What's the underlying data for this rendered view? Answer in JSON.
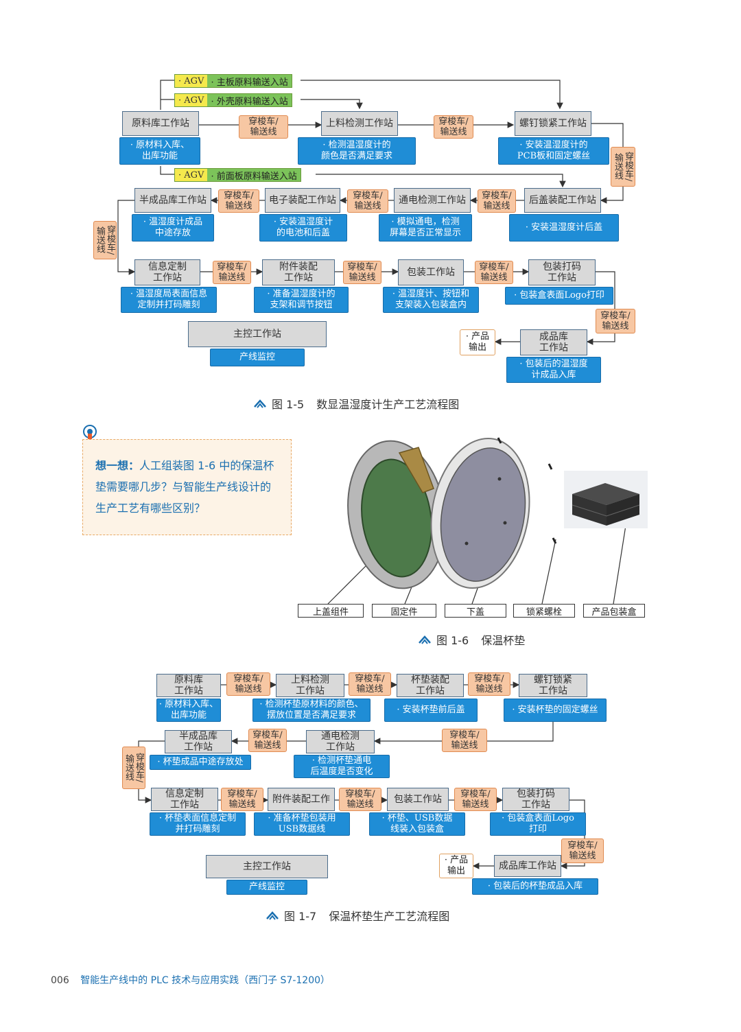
{
  "fig5": {
    "agv1_tag": "· AGV",
    "agv1_text": "· 主板原料输送入站",
    "agv2_tag": "· AGV",
    "agv2_text": "· 外壳原料输送入站",
    "agv3_tag": "· AGV",
    "agv3_text": "· 前面板原料输送入站",
    "transport": "穿梭车/\n输送线",
    "s1": "原料库工作站",
    "d1": "· 原材料入库、\n出库功能",
    "s2": "上料检测工作站",
    "d2": "· 检测温湿度计的\n颜色是否满足要求",
    "s3": "螺钉锁紧工作站",
    "d3": "· 安装温湿度计的\nPCB板和固定螺丝",
    "s4": "后盖装配工作站",
    "d4": "· 安装温湿度计后盖",
    "s5": "通电检测工作站",
    "d5": "· 模拟通电，检测\n屏幕是否正常显示",
    "s6": "电子装配工作站",
    "d6": "· 安装温湿度计\n的电池和后盖",
    "s7": "半成品库工作站",
    "d7": "· 温湿度计成品\n中途存放",
    "s8": "信息定制\n工作站",
    "d8": "· 温湿度局表面信息\n定制并打码雕刻",
    "s9": "附件装配\n工作站",
    "d9": "· 准备温湿度计的\n支架和调节按钮",
    "s10": "包装工作站",
    "d10": "· 温湿度计、按钮和\n支架装入包装盒内",
    "s11": "包装打码\n工作站",
    "d11": "· 包装盒表面Logo打印",
    "s12": "成品库\n工作站",
    "d12": "· 包装后的温湿度\n计成品入库",
    "s13": "主控工作站",
    "d13": "产线监控",
    "output": "· 产品\n输出",
    "caption_no": "图 1-5",
    "caption": "数显温湿度计生产工艺流程图"
  },
  "think": {
    "bold": "想一想：",
    "text": "人工组装图 1-6 中的保温杯垫需要哪几步？与智能生产线设计的生产工艺有哪些区别？"
  },
  "fig6": {
    "labels": [
      "上盖组件",
      "固定件",
      "下盖",
      "锁紧螺栓",
      "产品包装盒"
    ],
    "caption_no": "图 1-6",
    "caption": "保温杯垫"
  },
  "fig7": {
    "transport": "穿梭车/\n输送线",
    "s1": "原料库\n工作站",
    "d1": "· 原材料入库、\n出库功能",
    "s2": "上料检测\n工作站",
    "d2": "· 检测杯垫原材料的颜色、\n摆放位置是否满足要求",
    "s3": "杯垫装配\n工作站",
    "d3": "· 安装杯垫前后盖",
    "s4": "螺钉锁紧\n工作站",
    "d4": "· 安装杯垫的固定螺丝",
    "s5": "通电检测\n工作站",
    "d5": "· 检测杯垫通电\n后温度是否变化",
    "s6": "半成品库\n工作站",
    "d6": "· 杯垫成品中途存放处",
    "s7": "信息定制\n工作站",
    "d7": "· 杯垫表面信息定制\n并打码雕刻",
    "s8": "附件装配工作",
    "d8": "· 准备杯垫包装用\nUSB数据线",
    "s9": "包装工作站",
    "d9": "· 杯垫、USB数据\n线装入包装盒",
    "s10": "包装打码\n工作站",
    "d10": "· 包装盒表面Logo\n打印",
    "s11": "成品库工作站",
    "d11": "· 包装后的杯垫成品入库",
    "s12": "主控工作站",
    "d12": "产线监控",
    "output": "· 产品\n输出",
    "caption_no": "图 1-7",
    "caption": "保温杯垫生产工艺流程图"
  },
  "footer": {
    "page": "006",
    "title": "智能生产线中的 PLC 技术与应用实践（西门子 S7-1200）"
  },
  "colors": {
    "station": "#d9d9d9",
    "desc": "#1f8dd6",
    "transport": "#f7c7a3",
    "agv_yellow": "#f5e94d",
    "agv_green": "#7cc35a",
    "accent": "#1a6fb0"
  }
}
